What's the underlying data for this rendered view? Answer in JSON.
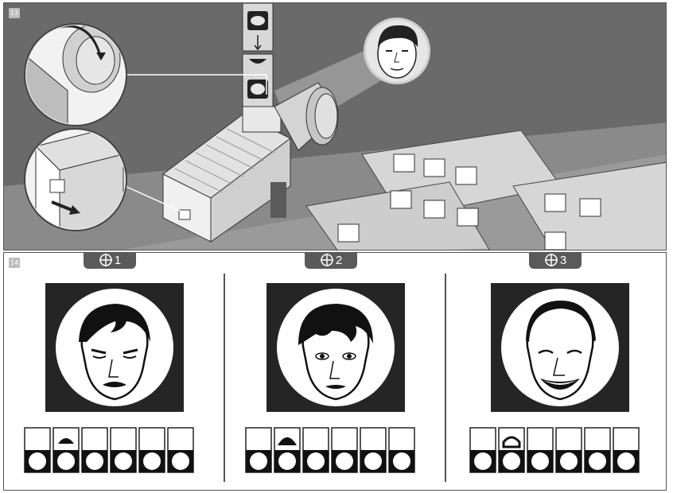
{
  "steps": {
    "top": {
      "number": "13"
    },
    "bottom": {
      "number": "14"
    }
  },
  "options": [
    {
      "label": "1"
    },
    {
      "label": "2"
    },
    {
      "label": "3"
    }
  ],
  "colors": {
    "panel_dark": "#6e6e6e",
    "tab_bg": "#5a5a5a",
    "face_bg": "#252525",
    "badge": "#bdbdbd"
  },
  "icons": {
    "tab_symbol": "crosshair-circle-icon",
    "rotate": "rotate-arrow-icon",
    "push": "push-arrow-icon"
  }
}
